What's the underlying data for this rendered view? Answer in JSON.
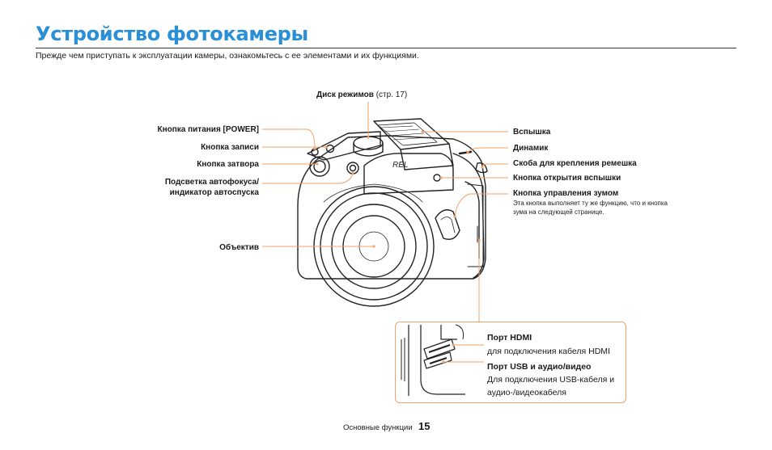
{
  "header": {
    "title": "Устройство фотокамеры",
    "intro": "Прежде чем приступать к эксплуатации камеры, ознакомьтесь с ее элементами и их функциями."
  },
  "callouts": {
    "mode_dial": "Диск режимов",
    "mode_dial_ref": "(стр. 17)",
    "power": "Кнопка питания [POWER]",
    "record": "Кнопка записи",
    "shutter": "Кнопка затвора",
    "af_lamp_line1": "Подсветка автофокуса/",
    "af_lamp_line2": "индикатор автоспуска",
    "lens": "Объектив",
    "flash": "Вспышка",
    "speaker": "Динамик",
    "strap": "Скоба для крепления ремешка",
    "flash_open": "Кнопка открытия вспышки",
    "zoom": "Кнопка управления зумом",
    "zoom_note_line1": "Эта кнопка выполняет ту же функцию, что и кнопка",
    "zoom_note_line2": "зума на следующей странице."
  },
  "ports": {
    "hdmi_title": "Порт HDMI",
    "hdmi_desc": "для подключения кабеля HDMI",
    "usb_title": "Порт USB и аудио/видео",
    "usb_desc_line1": "Для подключения USB-кабеля и",
    "usb_desc_line2": "аудио-/видеокабеля"
  },
  "footer": {
    "section": "Основные функции",
    "page": "15"
  },
  "colors": {
    "title": "#2a8fd6",
    "leader": "#f0a36b"
  }
}
